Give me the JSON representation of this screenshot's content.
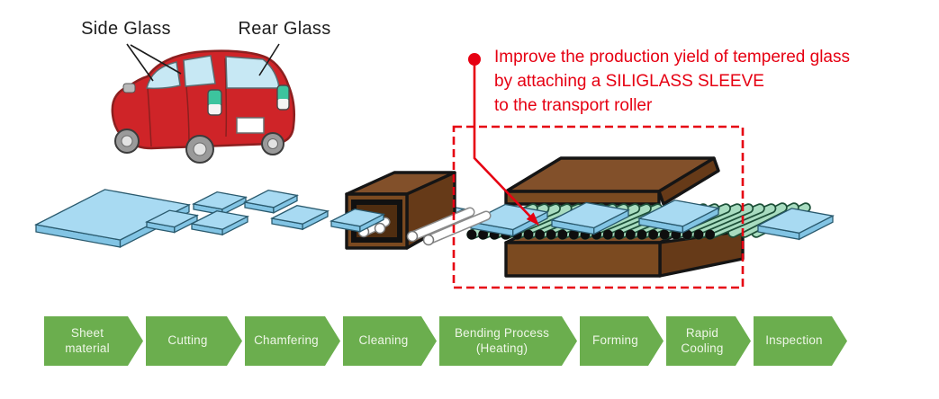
{
  "car_labels": {
    "side_glass": "Side Glass",
    "rear_glass": "Rear Glass"
  },
  "annotation": {
    "line1": "Improve the production yield of tempered glass",
    "line2": "by attaching a SILIGLASS SLEEVE",
    "line3": "to the transport roller"
  },
  "process_flow": {
    "steps": [
      {
        "label": "Sheet material"
      },
      {
        "label": "Cutting"
      },
      {
        "label": "Chamfering"
      },
      {
        "label": "Cleaning"
      },
      {
        "label": "Bending Process (Heating)"
      },
      {
        "label": "Forming"
      },
      {
        "label": "Rapid Cooling"
      },
      {
        "label": "Inspection"
      }
    ]
  },
  "colors": {
    "annotation_red": "#e60012",
    "arrow_green": "#6bae4e",
    "glass_blue": "#a8daf2",
    "roller_teal": "#a8dcc0",
    "furnace_brown": "#7b4a20",
    "car_red": "#cf2428"
  }
}
